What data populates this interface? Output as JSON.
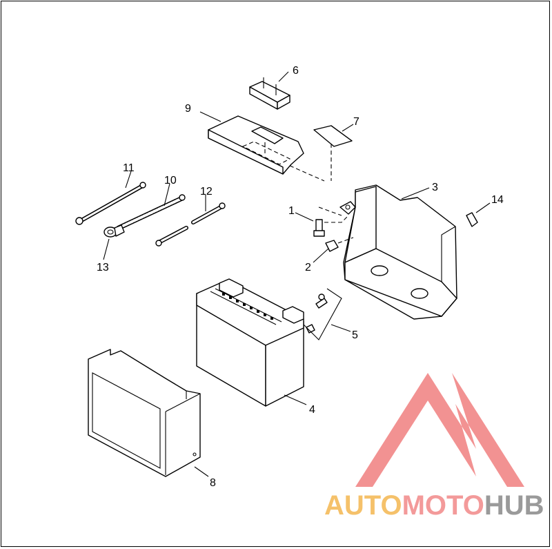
{
  "callouts": [
    "1",
    "2",
    "3",
    "4",
    "5",
    "6",
    "7",
    "8",
    "9",
    "10",
    "11",
    "12",
    "13",
    "14"
  ],
  "watermark": {
    "part1": "AUTO",
    "part2": "MOTO",
    "part3": "HUB",
    "color_part1": "#f5c16a",
    "color_part2": "#f39a9a",
    "color_part3": "#9a9a9a",
    "logo_color": "#f07878"
  }
}
